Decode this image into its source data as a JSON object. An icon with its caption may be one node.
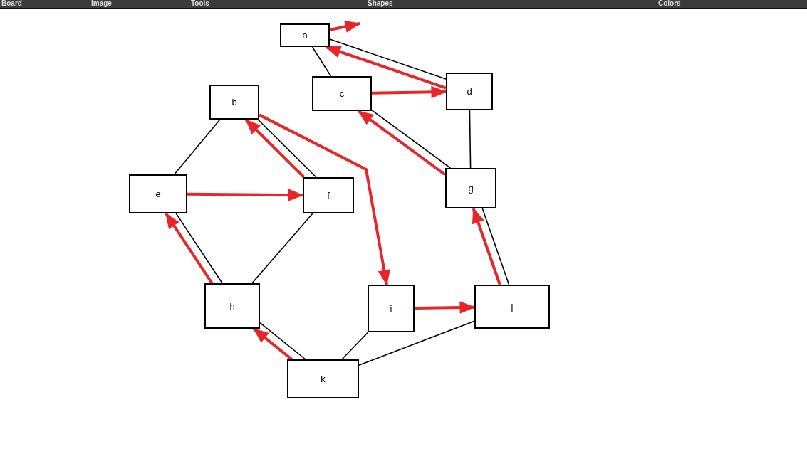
{
  "diagram": {
    "nodes": [
      {
        "text": [
          "a"
        ]
      },
      {
        "text": [
          "b"
        ]
      },
      {
        "text": [
          "c"
        ]
      },
      {
        "text": [
          "d"
        ]
      },
      {
        "text": [
          "e"
        ]
      },
      {
        "text": [
          "f"
        ]
      },
      {
        "text": [
          "g"
        ]
      },
      {
        "text": [
          "h"
        ]
      },
      {
        "text": [
          "i"
        ]
      },
      {
        "text": [
          "j"
        ]
      },
      {
        "text": [
          "k"
        ]
      }
    ],
    "edges": [
      {
        "from": 0,
        "to": 2,
        "arrow": "none"
      },
      {
        "from": 0,
        "to": 3,
        "arrow": "none"
      },
      {
        "from": 1,
        "to": 4,
        "arrow": "none"
      },
      {
        "from": 1,
        "to": 5,
        "arrow": "none"
      },
      {
        "from": 2,
        "to": 6,
        "arrow": "none"
      },
      {
        "from": 3,
        "to": 6,
        "arrow": "none"
      },
      {
        "from": 4,
        "to": 7,
        "arrow": "none"
      },
      {
        "from": 5,
        "to": 7,
        "arrow": "none"
      },
      {
        "from": 8,
        "to": 10,
        "arrow": "none"
      },
      {
        "from": 9,
        "to": 6,
        "arrow": "none"
      },
      {
        "from": 9,
        "to": 10,
        "arrow": "none"
      },
      {
        "from": 7,
        "to": 10,
        "arrow": "none"
      },
      {
        "from": 0,
        "to": null,
        "arrow": "to",
        "style": "thick",
        "color": "#e8262a"
      },
      {
        "from": 3,
        "to": 0,
        "arrow": "to",
        "style": "thick",
        "color": "#e8262a"
      },
      {
        "from": 2,
        "to": 3,
        "arrow": "to",
        "style": "thick",
        "color": "#e8262a"
      },
      {
        "from": 6,
        "to": 2,
        "arrow": "to",
        "style": "thick",
        "color": "#e8262a"
      },
      {
        "from": 1,
        "to": 8,
        "arrow": "to",
        "style": "thick",
        "color": "#e8262a"
      },
      {
        "from": 4,
        "to": 5,
        "arrow": "to",
        "style": "thick",
        "color": "#e8262a"
      },
      {
        "from": 5,
        "to": 1,
        "arrow": "to",
        "style": "thick",
        "color": "#e8262a"
      },
      {
        "from": 7,
        "to": 4,
        "arrow": "to",
        "style": "thick",
        "color": "#e8262a"
      },
      {
        "from": 10,
        "to": 7,
        "arrow": "to",
        "style": "thick",
        "color": "#e8262a"
      },
      {
        "from": 8,
        "to": 9,
        "arrow": "to",
        "style": "thick",
        "color": "#e8262a"
      },
      {
        "from": 9,
        "to": 6,
        "arrow": "to",
        "style": "thick",
        "color": "#e8262a"
      }
    ],
    "labels": [
      "Board",
      "Image",
      "Tools",
      "Shapes",
      "Colors"
    ]
  }
}
